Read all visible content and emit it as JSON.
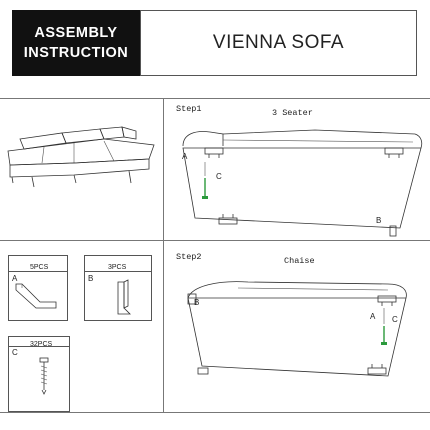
{
  "header": {
    "left_line1": "ASSEMBLY",
    "left_line2": "INSTRUCTION",
    "title": "VIENNA SOFA"
  },
  "parts": {
    "a": {
      "qty": "5PCS",
      "letter": "A"
    },
    "b": {
      "qty": "3PCS",
      "letter": "B"
    },
    "c": {
      "qty": "32PCS",
      "letter": "C"
    }
  },
  "step1": {
    "label": "Step1",
    "title": "3 Seater",
    "callouts": {
      "a": "A",
      "b": "B",
      "c": "C"
    }
  },
  "step2": {
    "label": "Step2",
    "title": "Chaise",
    "callouts": {
      "a": "A",
      "b": "B",
      "c": "C"
    }
  }
}
